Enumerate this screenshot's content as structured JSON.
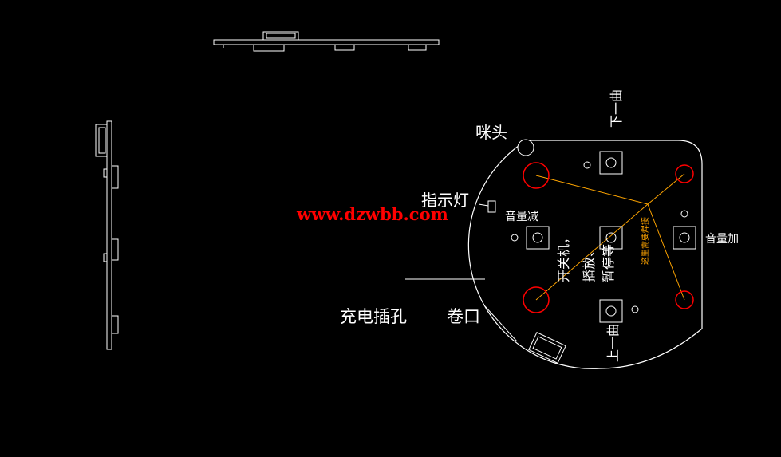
{
  "labels": {
    "mic": "咪头",
    "next_track": "下一曲",
    "indicator": "指示灯",
    "watermark": "www.dzwbb.com",
    "vol_down": "音量减",
    "vol_up": "音量加",
    "power_line1": "开关机，",
    "power_line2": "播放、",
    "power_line3": "暂停等",
    "vertical_note": "这里需要焊接",
    "charge_port": "充电插孔",
    "rolled_edge": "卷口",
    "prev_track": "上一曲"
  },
  "colors": {
    "background": "#000000",
    "outline": "#ffffff",
    "pad": "#ff0000",
    "trace": "#ffa500",
    "watermark": "#ff0000",
    "vertical_note": "#ffa500"
  }
}
